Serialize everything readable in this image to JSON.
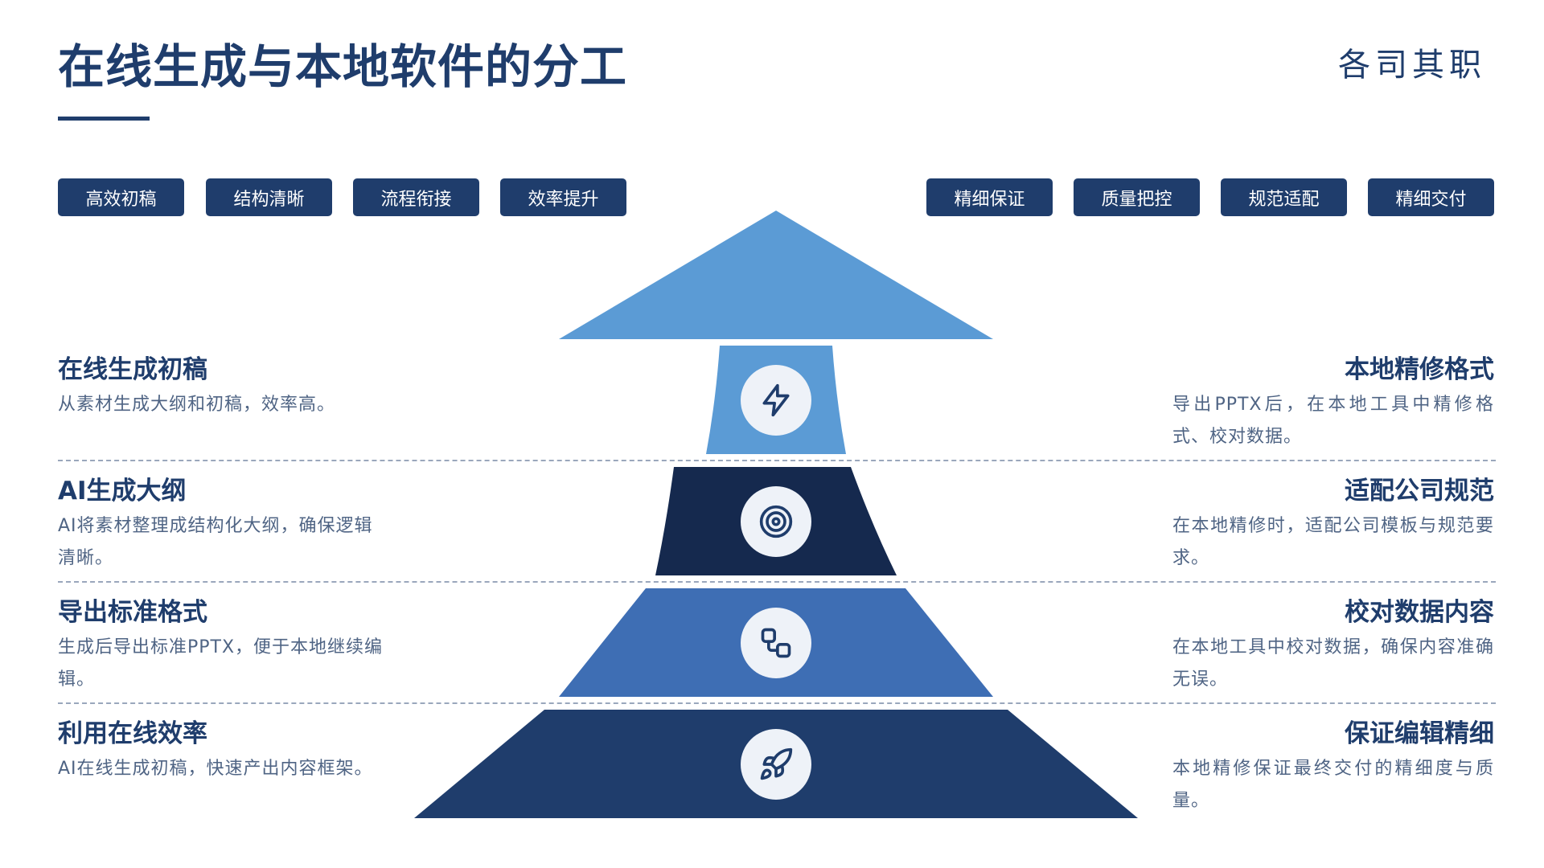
{
  "header": {
    "title": "在线生成与本地软件的分工",
    "subtitle": "各司其职"
  },
  "tags_left": [
    "高效初稿",
    "结构清晰",
    "流程衔接",
    "效率提升"
  ],
  "tags_right": [
    "精细保证",
    "质量把控",
    "规范适配",
    "精细交付"
  ],
  "rows": [
    {
      "left_title": "在线生成初稿",
      "left_desc": "从素材生成大纲和初稿，效率高。",
      "right_title": "本地精修格式",
      "right_desc": "导出PPTX后，在本地工具中精修格式、校对数据。",
      "icon": "lightning-icon"
    },
    {
      "left_title": "AI生成大纲",
      "left_desc": "AI将素材整理成结构化大纲，确保逻辑清晰。",
      "right_title": "适配公司规范",
      "right_desc": "在本地精修时，适配公司模板与规范要求。",
      "icon": "target-icon"
    },
    {
      "left_title": "导出标准格式",
      "left_desc": "生成后导出标准PPTX，便于本地继续编辑。",
      "right_title": "校对数据内容",
      "right_desc": "在本地工具中校对数据，确保内容准确无误。",
      "icon": "workflow-icon"
    },
    {
      "left_title": "利用在线效率",
      "left_desc": "AI在线生成初稿，快速产出内容框架。",
      "right_title": "保证编辑精细",
      "right_desc": "本地精修保证最终交付的精细度与质量。",
      "icon": "rocket-icon"
    }
  ],
  "colors": {
    "navy": "#1F3D6C",
    "dark_navy": "#15294E",
    "mid_blue": "#3E6EB4",
    "light_blue": "#5B9BD5",
    "icon_bg": "#EEF2F8"
  }
}
